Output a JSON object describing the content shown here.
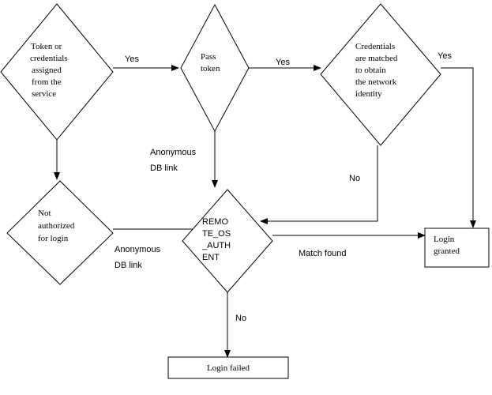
{
  "nodes": {
    "token_decision": {
      "lines": [
        "Token or",
        "credentials",
        "assigned",
        "from the",
        "service"
      ]
    },
    "pass_token": {
      "lines": [
        "Pass",
        "token"
      ]
    },
    "credentials_matched": {
      "lines": [
        "Credentials",
        "are matched",
        "to obtain",
        "the network",
        "identity"
      ]
    },
    "not_authorized": {
      "lines": [
        "Not",
        "authorized",
        "for login"
      ]
    },
    "remote_os_authent": {
      "lines": [
        "REMO",
        "TE_OS",
        "_AUTH",
        "ENT"
      ]
    },
    "login_granted": {
      "lines": [
        "Login",
        "granted"
      ]
    },
    "login_failed": {
      "lines": [
        "Login failed"
      ]
    }
  },
  "edge_labels": {
    "yes_1": "Yes",
    "yes_2": "Yes",
    "yes_3": "Yes",
    "anonymous_db_link_1": [
      "Anonymous",
      "DB link"
    ],
    "anonymous_db_link_2": [
      "Anonymous",
      "DB link"
    ],
    "no_1": "No",
    "no_2": "No",
    "match_found": "Match found"
  }
}
